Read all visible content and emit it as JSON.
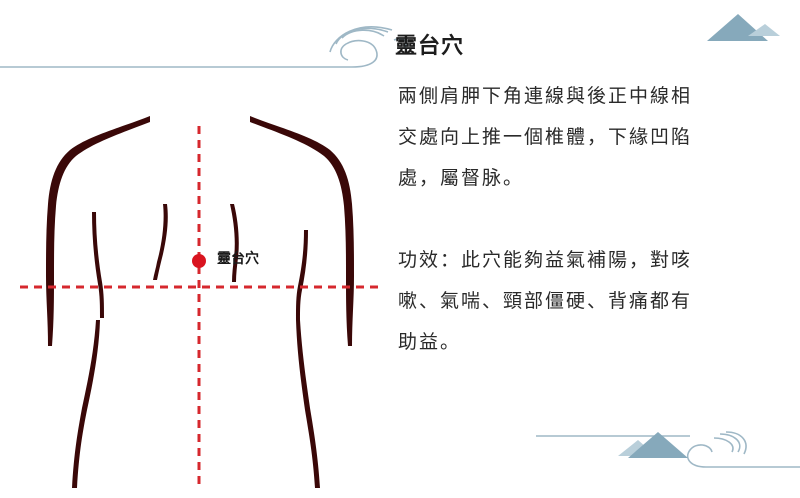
{
  "acupoint": {
    "name": "靈台穴",
    "marker_label": "靈台穴",
    "location_lines": [
      "兩側肩胛下角連線與後正中線相",
      "交處向上推一個椎體，下緣凹陷",
      "處，屬督脉。"
    ],
    "function_lines": [
      "功效：此穴能夠益氣補陽，對咳",
      "嗽、氣喘、頸部僵硬、背痛都有",
      "助益。"
    ]
  },
  "colors": {
    "guide_line": "#d6282e",
    "marker": "#d9141f",
    "body_outline": "#3a0808",
    "wave": "#9fb8c6",
    "mountain": "#86a9bb",
    "mountain_light": "#b9cfda"
  }
}
